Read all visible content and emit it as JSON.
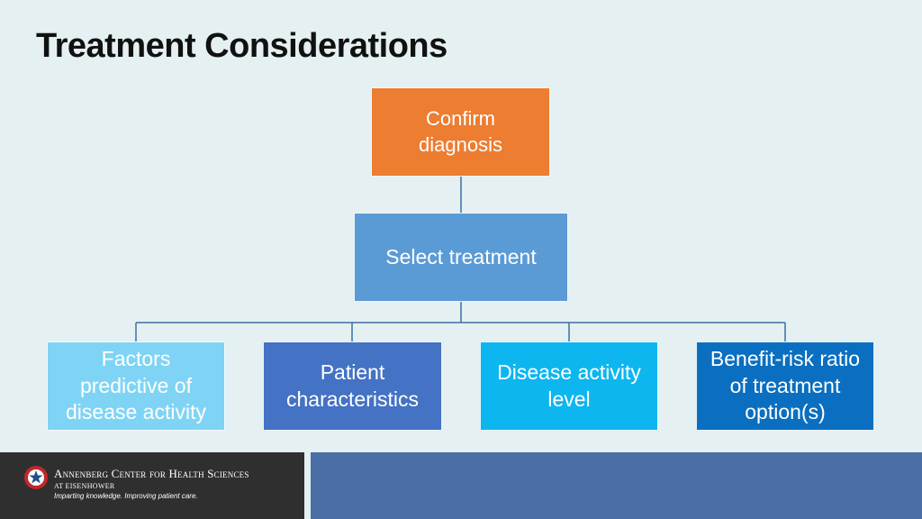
{
  "slide": {
    "title": "Treatment Considerations"
  },
  "diagram": {
    "nodes": [
      {
        "id": "confirm",
        "label": "Confirm\ndiagnosis",
        "color": "#ed7d31"
      },
      {
        "id": "select",
        "label": "Select treatment",
        "color": "#5b9bd5"
      },
      {
        "id": "factors",
        "label": "Factors\npredictive of\ndisease activity",
        "color": "#7fd4f5"
      },
      {
        "id": "patient",
        "label": "Patient\ncharacteristics",
        "color": "#4472c4"
      },
      {
        "id": "disease",
        "label": "Disease activity\nlevel",
        "color": "#0db6ef"
      },
      {
        "id": "benefit",
        "label": "Benefit-risk ratio\nof treatment\noption(s)",
        "color": "#0a6fc0"
      }
    ],
    "edges": [
      {
        "from": "confirm",
        "to": "select"
      },
      {
        "from": "select",
        "to": "factors"
      },
      {
        "from": "select",
        "to": "patient"
      },
      {
        "from": "select",
        "to": "disease"
      },
      {
        "from": "select",
        "to": "benefit"
      }
    ],
    "connector_color": "#3d6fa8"
  },
  "footer": {
    "org_name": "Annenberg Center for Health Sciences",
    "org_sub": "AT EISENHOWER",
    "tagline": "Imparting knowledge. Improving patient care.",
    "logo_icon": "star-seal-icon",
    "left_color": "#2f2f2f",
    "right_color": "#4a6ea5"
  }
}
